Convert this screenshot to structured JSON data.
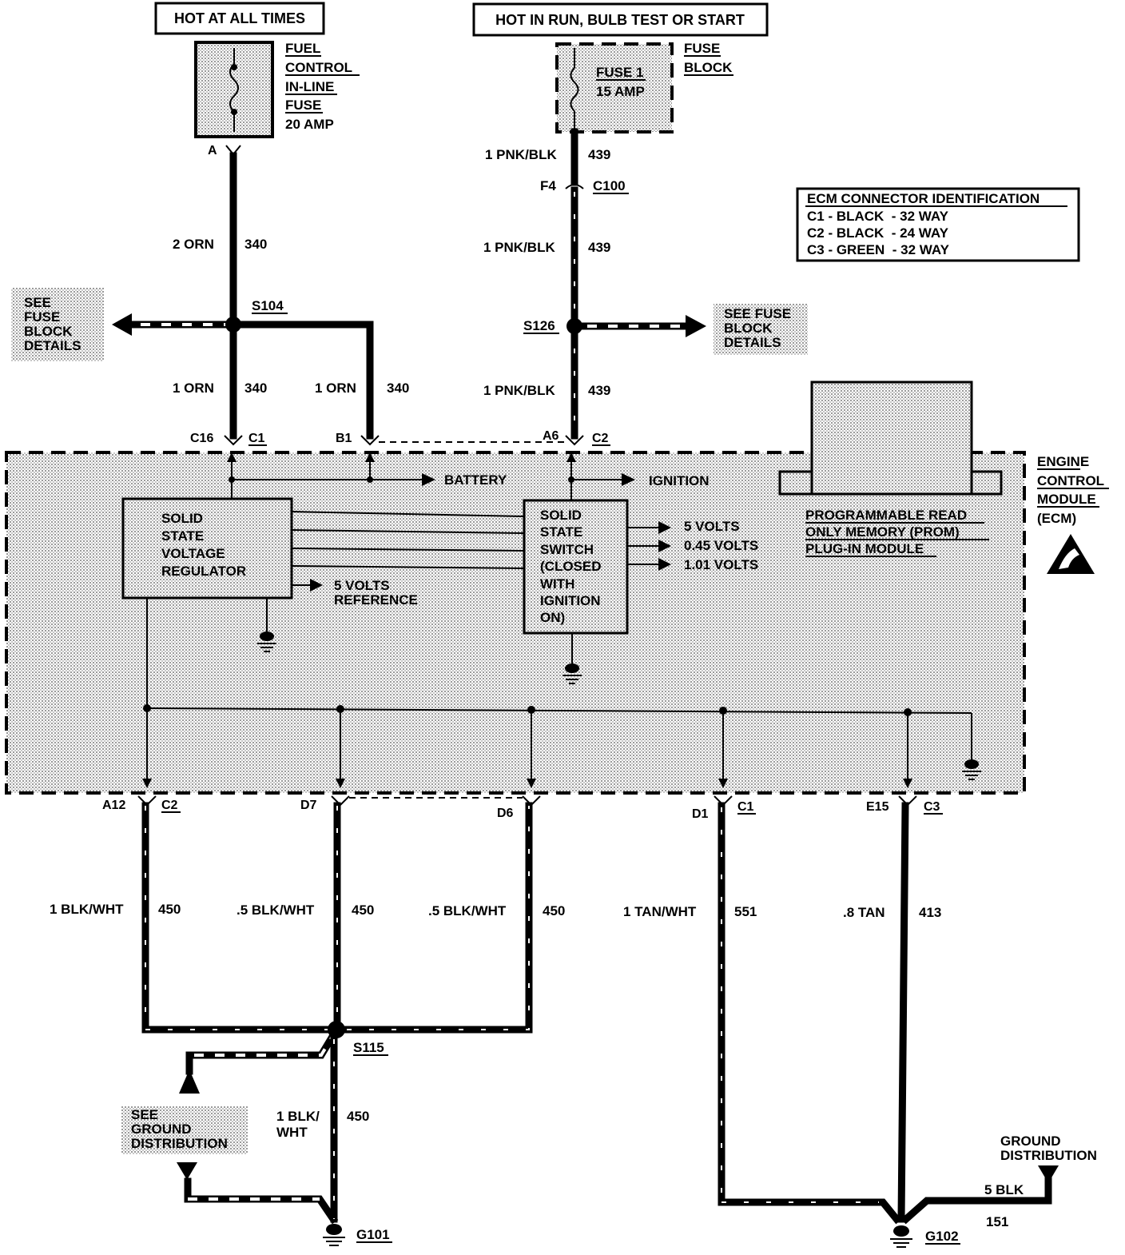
{
  "sources": {
    "hot_at_all_times": "HOT AT ALL TIMES",
    "hot_in_run": "HOT IN RUN, BULB TEST OR START"
  },
  "fuel_fuse": {
    "lines": [
      "FUEL",
      "CONTROL",
      "IN-LINE",
      "FUSE",
      "20 AMP"
    ],
    "terminal": "A"
  },
  "fuse_block": {
    "title": [
      "FUSE",
      "BLOCK"
    ],
    "fuse": [
      "FUSE 1",
      "15 AMP"
    ]
  },
  "wires": {
    "w1_size_color": "1 PNK/BLK",
    "w1_circuit": "439",
    "c100_pin": "F4",
    "c100": "C100",
    "w2_size_color": "1 PNK/BLK",
    "w2_circuit": "439",
    "w3_size_color": "1 PNK/BLK",
    "w3_circuit": "439",
    "orn_main_size_color": "2 ORN",
    "orn_main_circuit": "340",
    "orn_a_size_color": "1 ORN",
    "orn_a_circuit": "340",
    "orn_b_size_color": "1 ORN",
    "orn_b_circuit": "340",
    "a12_size_color": "1 BLK/WHT",
    "a12_circuit": "450",
    "d7_size_color": ".5 BLK/WHT",
    "d7_circuit": "450",
    "d6_size_color": ".5 BLK/WHT",
    "d6_circuit": "450",
    "d1_size_color": "1 TAN/WHT",
    "d1_circuit": "551",
    "e15_size_color": ".8 TAN",
    "e15_circuit": "413",
    "g101_size_color": [
      "1 BLK/",
      "WHT"
    ],
    "g101_circuit": "450",
    "g102_size_color": "5 BLK",
    "g102_circuit": "151"
  },
  "splices": {
    "s104": "S104",
    "s126": "S126",
    "s115": "S115"
  },
  "see_refs": {
    "fuse_block_left": [
      "SEE",
      "FUSE",
      "BLOCK",
      "DETAILS"
    ],
    "fuse_block_right": [
      "SEE FUSE",
      "BLOCK",
      "DETAILS"
    ],
    "ground_distribution": [
      "SEE",
      "GROUND",
      "DISTRIBUTION"
    ],
    "ground_distribution_right": [
      "GROUND",
      "DISTRIBUTION"
    ]
  },
  "ecm_connector_id": {
    "title": "ECM CONNECTOR IDENTIFICATION",
    "rows": [
      "C1 - BLACK  - 32 WAY",
      "C2 - BLACK  - 24 WAY",
      "C3 - GREEN  - 32 WAY"
    ]
  },
  "ecm_pins": {
    "c16": "C16",
    "c1_top": "C1",
    "b1": "B1",
    "a6": "A6",
    "c2_top": "C2",
    "a12": "A12",
    "c2_bottom": "C2",
    "d7": "D7",
    "d6": "D6",
    "d1": "D1",
    "c1_bottom": "C1",
    "e15": "E15",
    "c3": "C3"
  },
  "ecm": {
    "name": [
      "ENGINE",
      "CONTROL",
      "MODULE",
      "(ECM)"
    ],
    "battery": "BATTERY",
    "ignition": "IGNITION",
    "regulator": [
      "SOLID",
      "STATE",
      "VOLTAGE",
      "REGULATOR"
    ],
    "ref_5v": [
      "5 VOLTS",
      "REFERENCE"
    ],
    "switch": [
      "SOLID",
      "STATE",
      "SWITCH",
      "(CLOSED",
      "WITH",
      "IGNITION",
      "ON)"
    ],
    "outputs": [
      "5 VOLTS",
      "0.45 VOLTS",
      "1.01 VOLTS"
    ],
    "prom": [
      "PROGRAMMABLE READ",
      "ONLY MEMORY (PROM)",
      "PLUG-IN MODULE"
    ]
  },
  "grounds": {
    "g101": "G101",
    "g102": "G102"
  }
}
